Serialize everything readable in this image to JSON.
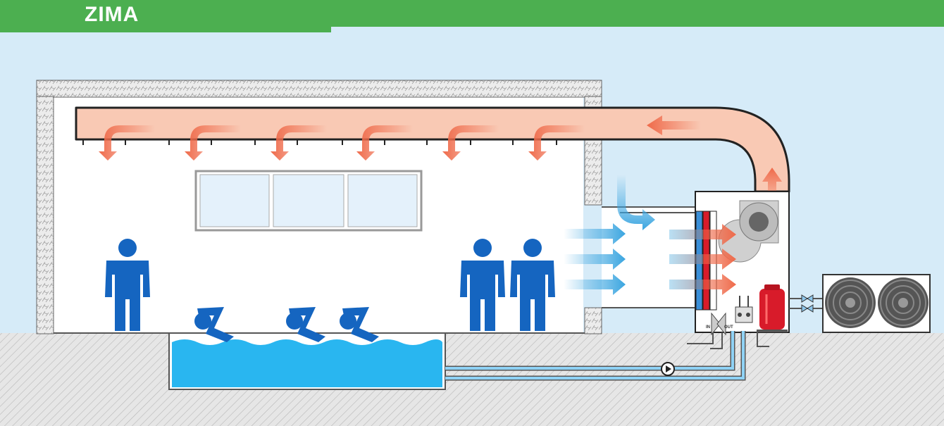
{
  "header": {
    "title": "ZIMA"
  },
  "unit": {
    "in_label": "IN",
    "out_label": "OUT"
  },
  "colors": {
    "header": "#4caf50",
    "sky": "#d6ebf8",
    "warm_air": "#ef6a4a",
    "cool_air": "#3aa5e0",
    "people": "#1565c0",
    "water": "#29b6f0",
    "compressor": "#d81b2a"
  }
}
